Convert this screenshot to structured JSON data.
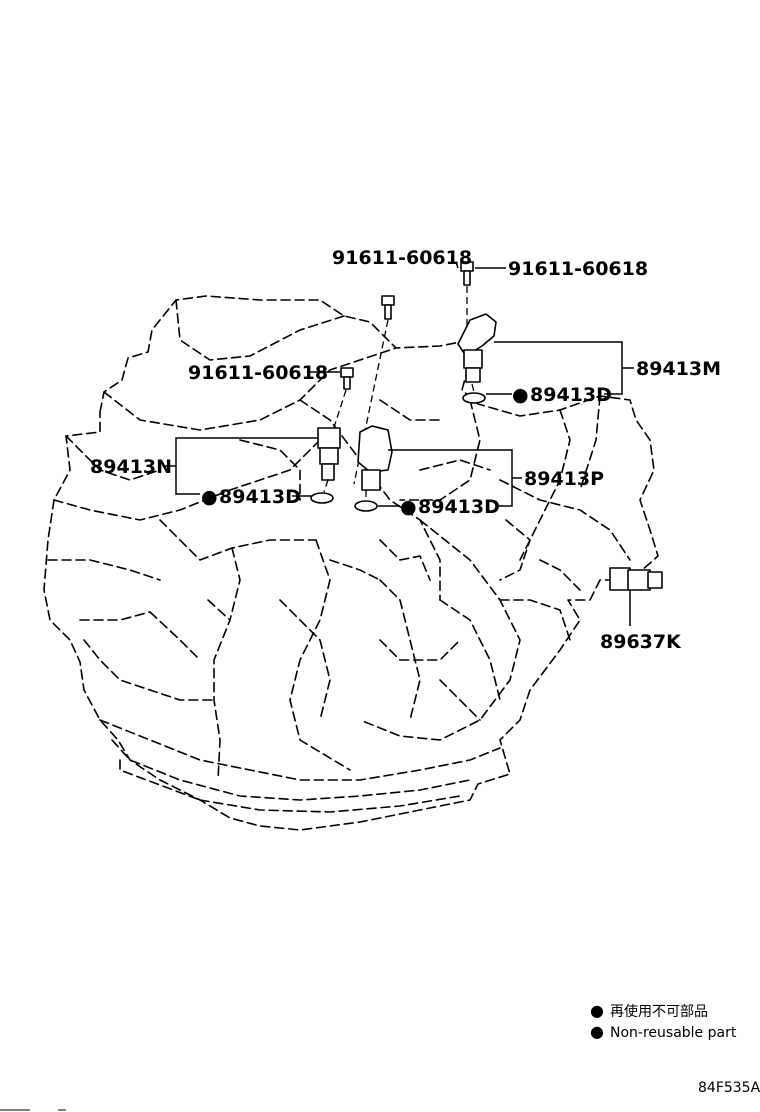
{
  "callouts": {
    "bolt_top_left": "91611-60618",
    "bolt_top_right": "91611-60618",
    "bolt_middle": "91611-60618",
    "sensor_m": "89413M",
    "sensor_n": "89413N",
    "sensor_p": "89413P",
    "oring_m": "89413D",
    "oring_n": "89413D",
    "oring_p": "89413D",
    "switch_k": "89637K"
  },
  "legend": {
    "marker": "●",
    "japanese": "再使用不可部品",
    "english": "Non-reusable part"
  },
  "illustration_code": "84F535A",
  "colors": {
    "ink": "#000000",
    "paper": "#ffffff"
  }
}
